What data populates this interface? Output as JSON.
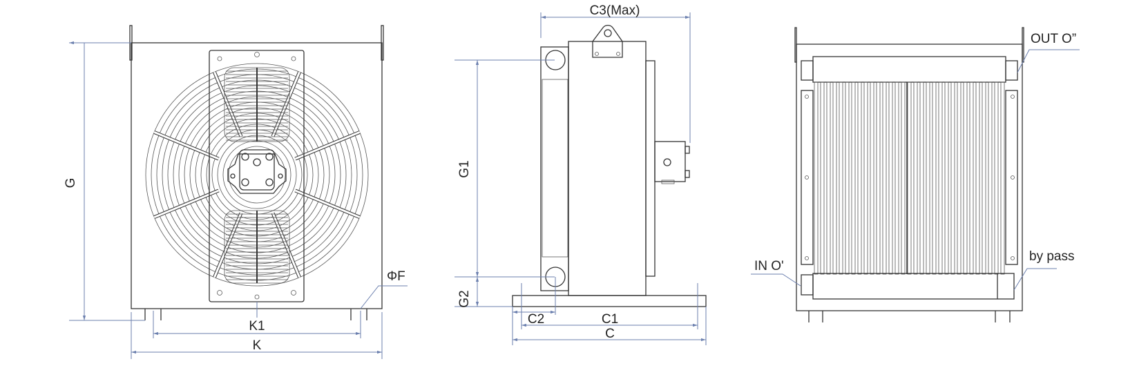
{
  "front_view": {
    "dim_height": "G",
    "dim_mount_spacing": "K1",
    "dim_width": "K",
    "dim_hole": "ΦF"
  },
  "side_view": {
    "dim_depth_max": "C3(Max)",
    "dim_port_spacing": "G1",
    "dim_port_height": "G2",
    "dim_port_offset": "C2",
    "dim_base_holes": "C1",
    "dim_base": "C"
  },
  "rear_view": {
    "outlet_label": "OUT O”",
    "inlet_label": "IN O'",
    "bypass_label": "by pass"
  },
  "colors": {
    "line": "#333333",
    "dimension": "#6b7fae"
  }
}
